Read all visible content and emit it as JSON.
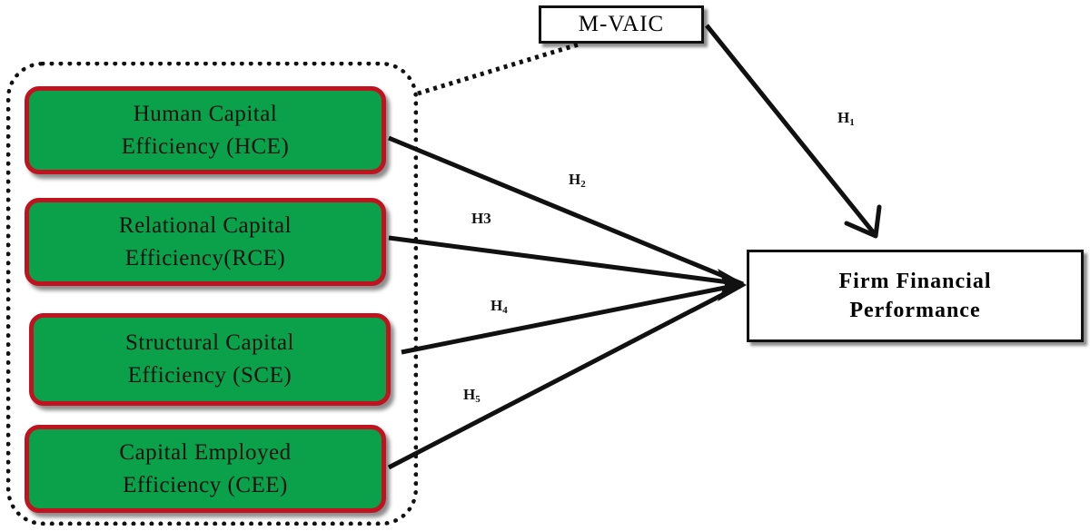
{
  "mvaic": "M-VAIC",
  "outcome": {
    "line1": "Firm Financial",
    "line2": "Performance"
  },
  "components": [
    {
      "line1": "Human Capital",
      "line2": "Efficiency (HCE)"
    },
    {
      "line1": "Relational Capital",
      "line2": "Efficiency(RCE)"
    },
    {
      "line1": "Structural Capital",
      "line2": "Efficiency (SCE)"
    },
    {
      "line1": "Capital Employed",
      "line2": "Efficiency (CEE)"
    }
  ],
  "hypotheses": {
    "h1": {
      "main": "H",
      "sub": "1"
    },
    "h2": {
      "main": "H",
      "sub": "2"
    },
    "h3": {
      "main": "H3",
      "sub": ""
    },
    "h4": {
      "main": "H",
      "sub": "4"
    },
    "h5": {
      "main": "H",
      "sub": "5"
    }
  }
}
